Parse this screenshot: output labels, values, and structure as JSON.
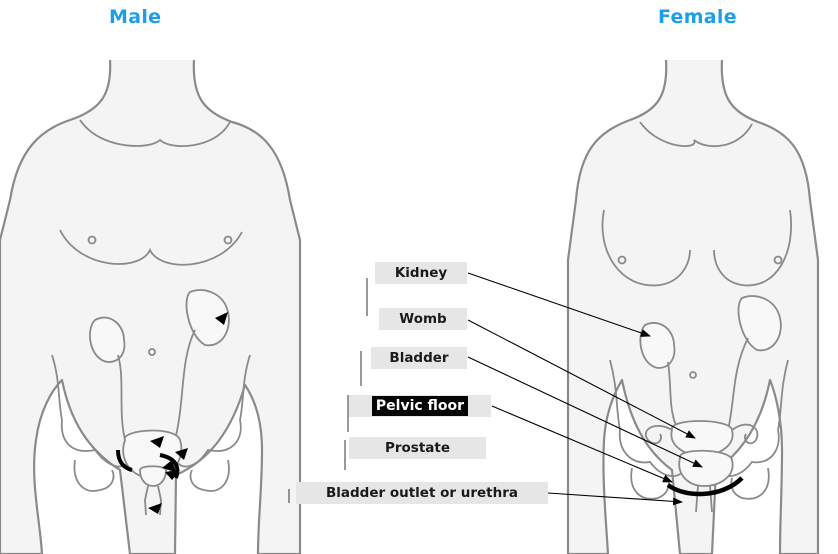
{
  "titles": {
    "male": "Male",
    "female": "Female"
  },
  "labels": {
    "kidney": "Kidney",
    "womb": "Womb",
    "bladder": "Bladder",
    "pelvic_floor": "Pelvic floor",
    "prostate": "Prostate",
    "bladder_outlet": "Bladder outlet or urethra"
  },
  "colors": {
    "title": "#1e9ee6",
    "body_outline": "#8a8a8a",
    "body_fill": "#f4f4f4",
    "label_bg": "#e6e6e6"
  }
}
